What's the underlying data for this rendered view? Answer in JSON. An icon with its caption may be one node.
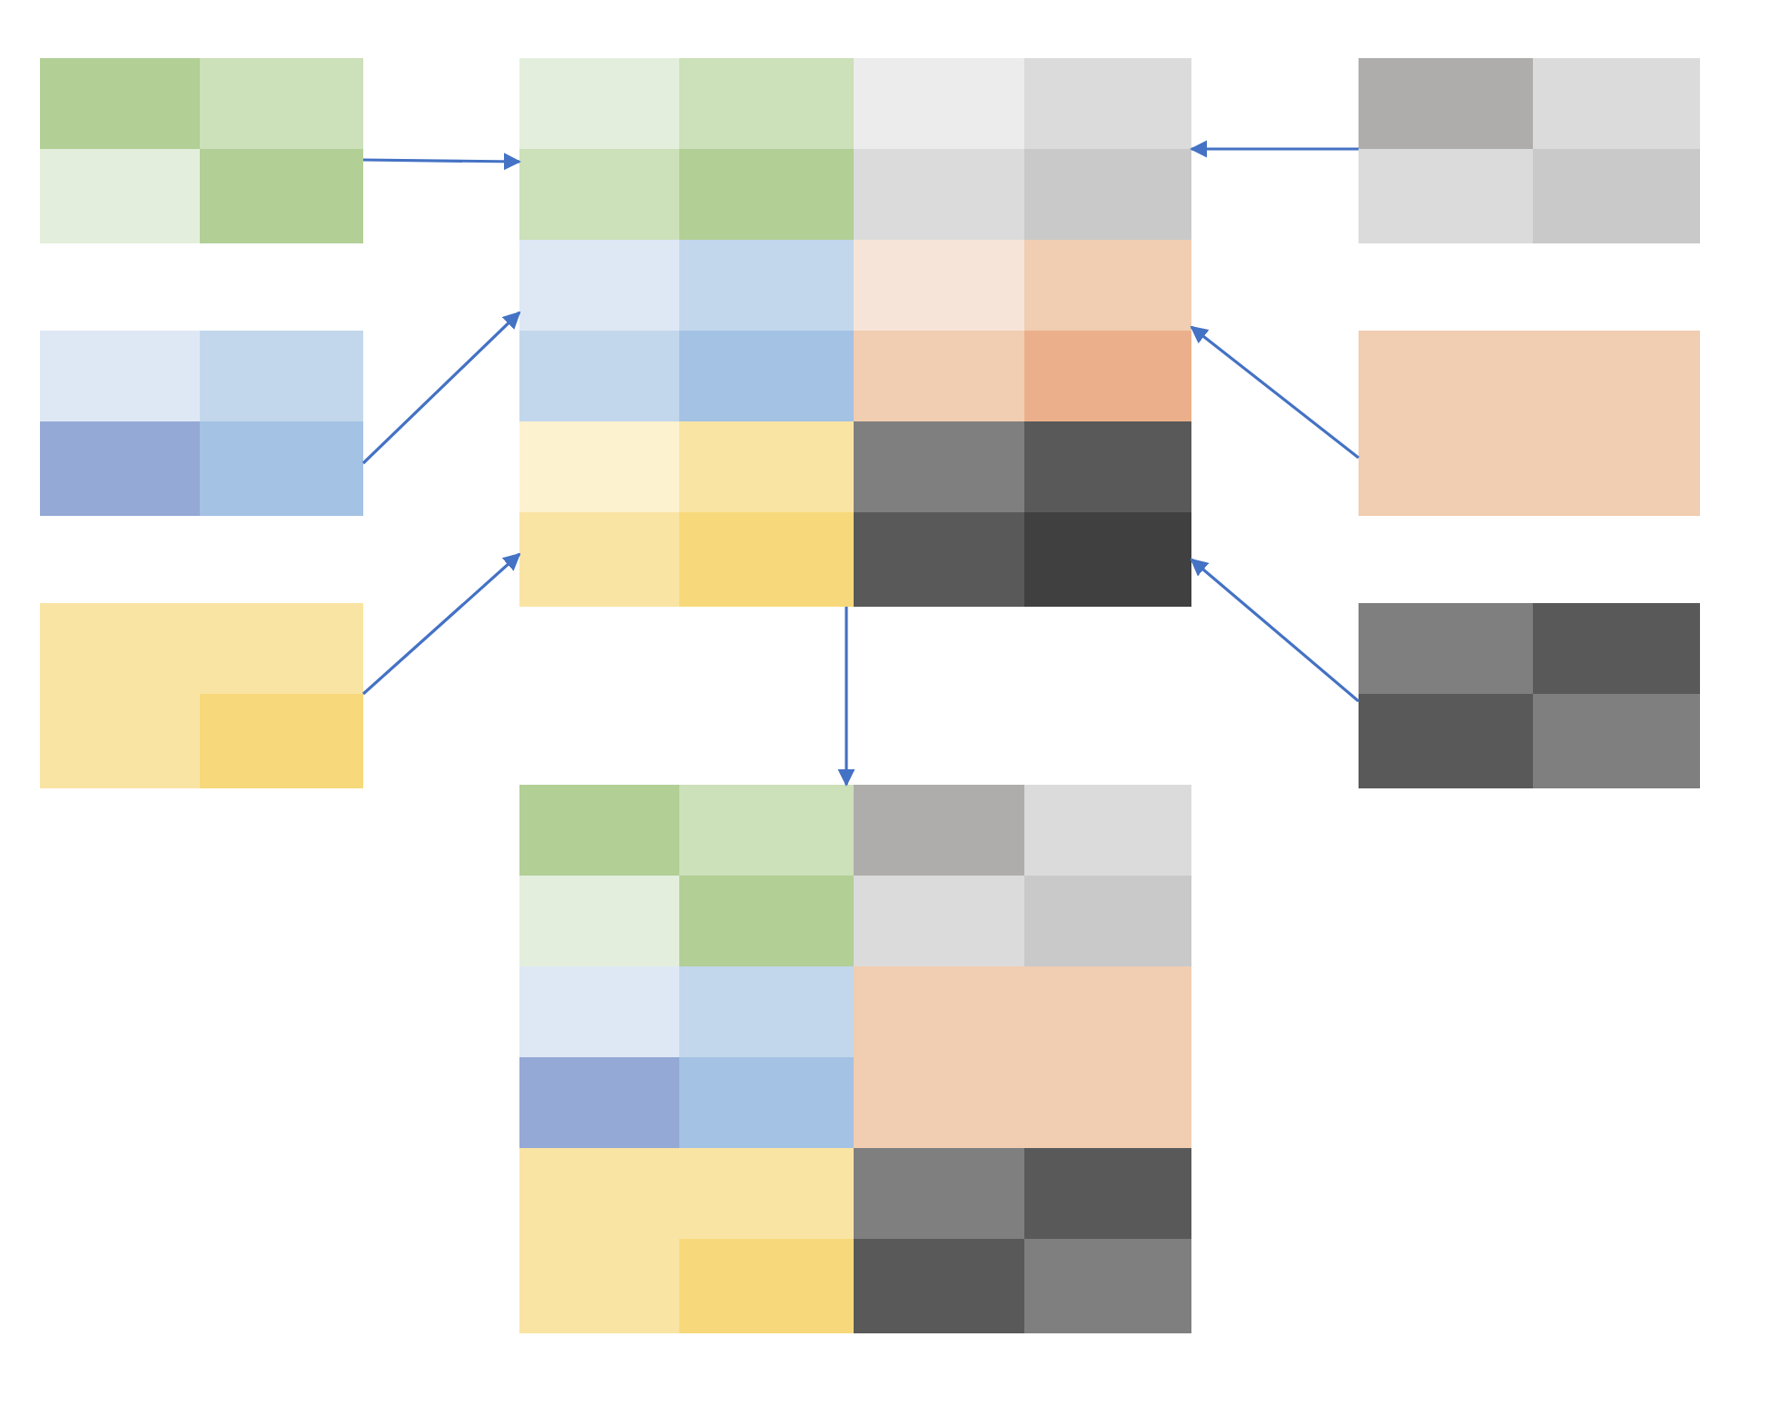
{
  "diagram": {
    "nodes": [
      {
        "text": [],
        "shape": "box"
      },
      {
        "text": [],
        "shape": "box"
      },
      {
        "text": [],
        "shape": "box"
      },
      {
        "text": [],
        "shape": "box"
      },
      {
        "text": [],
        "shape": "box"
      },
      {
        "text": [],
        "shape": "box"
      },
      {
        "text": [],
        "shape": "box"
      },
      {
        "text": [],
        "shape": "box"
      }
    ],
    "edges": [
      {
        "from": 0,
        "to": 1,
        "arrow": "to"
      },
      {
        "from": 3,
        "to": 1,
        "arrow": "to"
      },
      {
        "from": 5,
        "to": 1,
        "arrow": "to"
      },
      {
        "from": 2,
        "to": 1,
        "arrow": "to"
      },
      {
        "from": 4,
        "to": 1,
        "arrow": "to"
      },
      {
        "from": 6,
        "to": 1,
        "arrow": "to"
      },
      {
        "from": 1,
        "to": 7,
        "arrow": "to"
      }
    ]
  }
}
